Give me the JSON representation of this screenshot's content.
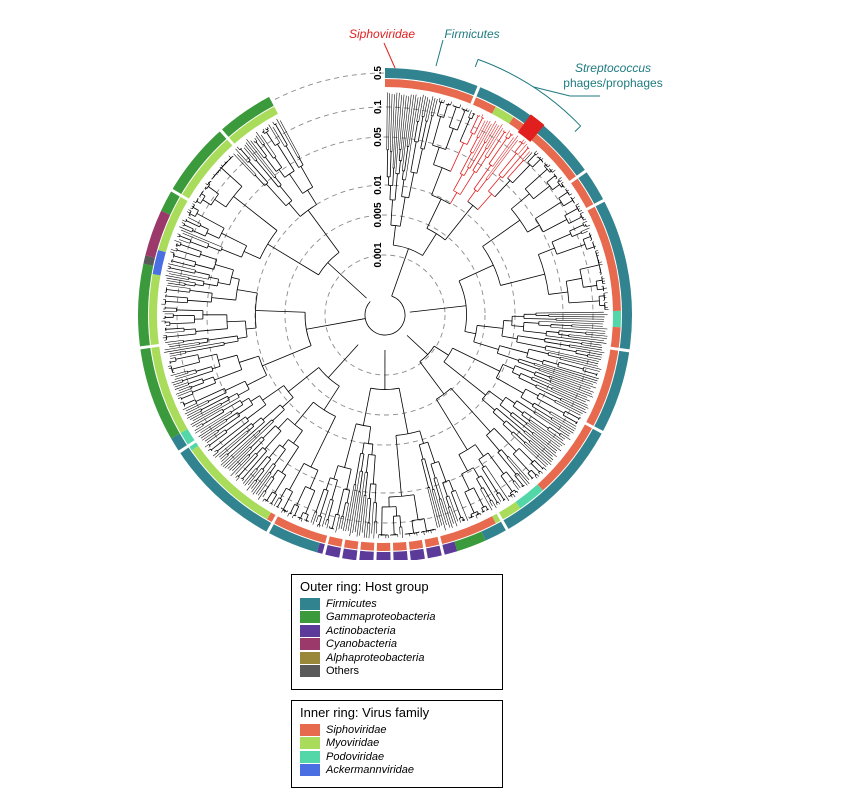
{
  "annotations": {
    "siphoviridae": "Siphoviridae",
    "firmicutes": "Firmicutes",
    "streptococcus_line1": "Streptococcus",
    "streptococcus_line2": "phages/prophages"
  },
  "scale_labels": [
    "0.5",
    "0.1",
    "0.05",
    "0.01",
    "0.005",
    "0.001"
  ],
  "colors": {
    "firmicutes": "#31838f",
    "gammaproteobacteria": "#3b9a3b",
    "actinobacteria": "#5b3a9a",
    "cyanobacteria": "#9b3a6a",
    "alphaproteobacteria": "#9a883a",
    "others": "#5a5a5a",
    "siphoviridae": "#e76a4e",
    "myoviridae": "#a8dc5a",
    "podoviridae": "#53d6a8",
    "ackermannviridae": "#4a6fe3",
    "highlight": "#e21f1f",
    "branches": "#000000"
  },
  "legend_outer": {
    "title": "Outer ring: Host group",
    "items": [
      {
        "label": "Firmicutes",
        "color": "#31838f",
        "italic": true
      },
      {
        "label": "Gammaproteobacteria",
        "color": "#3b9a3b",
        "italic": true
      },
      {
        "label": "Actinobacteria",
        "color": "#5b3a9a",
        "italic": true
      },
      {
        "label": "Cyanobacteria",
        "color": "#9b3a6a",
        "italic": true
      },
      {
        "label": "Alphaproteobacteria",
        "color": "#9a883a",
        "italic": true
      },
      {
        "label": "Others",
        "color": "#5a5a5a",
        "italic": false
      }
    ]
  },
  "legend_inner": {
    "title": "Inner ring: Virus family",
    "items": [
      {
        "label": "Siphoviridae",
        "color": "#e76a4e",
        "italic": true
      },
      {
        "label": "Myoviridae",
        "color": "#a8dc5a",
        "italic": true
      },
      {
        "label": "Podoviridae",
        "color": "#53d6a8",
        "italic": true
      },
      {
        "label": "Ackermannviridae",
        "color": "#4a6fe3",
        "italic": true
      }
    ]
  },
  "outer_ring_segments": [
    {
      "group": "firmicutes",
      "start": 0,
      "end": 156
    },
    {
      "group": "gammaproteobacteria",
      "start": 156,
      "end": 163
    },
    {
      "group": "actinobacteria",
      "start": 163,
      "end": 196
    },
    {
      "group": "firmicutes",
      "start": 196,
      "end": 240
    },
    {
      "group": "gammaproteobacteria",
      "start": 240,
      "end": 282
    },
    {
      "group": "others",
      "start": 282,
      "end": 284
    },
    {
      "group": "cyanobacteria",
      "start": 284,
      "end": 295
    },
    {
      "group": "gammaproteobacteria",
      "start": 295,
      "end": 332
    }
  ],
  "inner_ring_segments": [
    {
      "family": "siphoviridae",
      "start": 0,
      "end": 28
    },
    {
      "family": "myoviridae",
      "start": 28,
      "end": 33
    },
    {
      "family": "siphoviridae",
      "start": 33,
      "end": 89
    },
    {
      "family": "podoviridae",
      "start": 89,
      "end": 93
    },
    {
      "family": "siphoviridae",
      "start": 93,
      "end": 138
    },
    {
      "family": "podoviridae",
      "start": 138,
      "end": 145
    },
    {
      "family": "myoviridae",
      "start": 145,
      "end": 152
    },
    {
      "family": "siphoviridae",
      "start": 152,
      "end": 210
    },
    {
      "family": "myoviridae",
      "start": 210,
      "end": 235
    },
    {
      "family": "podoviridae",
      "start": 235,
      "end": 240
    },
    {
      "family": "myoviridae",
      "start": 240,
      "end": 280
    },
    {
      "family": "ackermannviridae",
      "start": 280,
      "end": 286
    },
    {
      "family": "myoviridae",
      "start": 286,
      "end": 332
    }
  ],
  "highlight_arc": {
    "start": 36,
    "end": 40
  },
  "streptococcus_bracket": {
    "start": 20,
    "end": 46
  },
  "open_gap": {
    "start": 332,
    "end": 360
  }
}
